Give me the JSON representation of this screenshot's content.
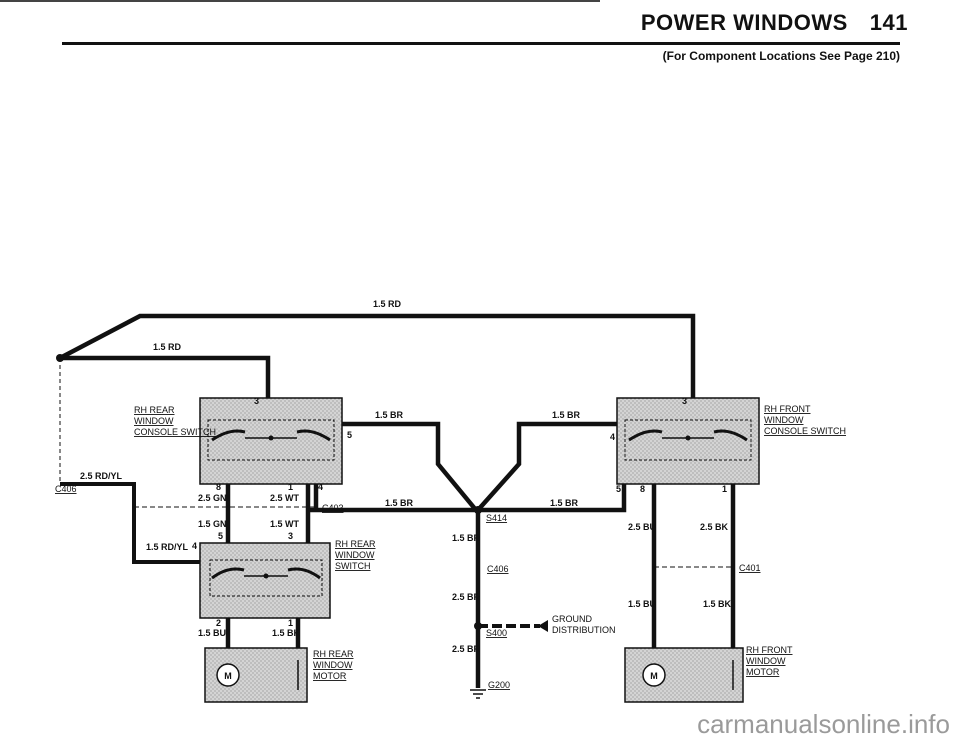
{
  "header": {
    "title": "POWER WINDOWS",
    "page_number": "141",
    "subtitle": "(For Component Locations See Page 210)"
  },
  "components": {
    "rh_rear_console_switch": "RH REAR WINDOW CONSOLE SWITCH",
    "rh_rear_window_switch": "RH REAR WINDOW SWITCH",
    "rh_rear_window_motor": "RH REAR WINDOW MOTOR",
    "rh_front_console_switch": "RH FRONT WINDOW CONSOLE SWITCH",
    "rh_front_window_motor": "RH FRONT WINDOW MOTOR",
    "ground_distribution": "GROUND DISTRIBUTION"
  },
  "components_lines": {
    "rr_console": [
      "RH REAR",
      "WINDOW",
      "CONSOLE SWITCH"
    ],
    "rr_switch": [
      "RH REAR",
      "WINDOW",
      "SWITCH"
    ],
    "rr_motor": [
      "RH REAR",
      "WINDOW",
      "MOTOR"
    ],
    "rf_console": [
      "RH FRONT",
      "WINDOW",
      "CONSOLE SWITCH"
    ],
    "rf_motor": [
      "RH FRONT",
      "WINDOW",
      "MOTOR"
    ],
    "ground": [
      "GROUND",
      "DISTRIBUTION"
    ]
  },
  "connectors": {
    "c406_left": "C406",
    "c403": "C403",
    "c406_mid": "C406",
    "c401": "C401"
  },
  "splices": {
    "s414": "S414",
    "s400": "S400"
  },
  "grounds": {
    "g200": "G200"
  },
  "wires": {
    "top_rd": "1.5 RD",
    "left_rd": "1.5 RD",
    "rd_yl_upper": "2.5 RD/YL",
    "rd_yl_lower": "1.5 RD/YL",
    "br_upper_left": "1.5 BR",
    "br_upper_right": "1.5 BR",
    "br_lower_left": "1.5 BR",
    "br_lower_right": "1.5 BR",
    "br_mid": "1.5 BR",
    "br_25_a": "2.5 BR",
    "br_25_b": "2.5 BR",
    "gn_25": "2.5 GN",
    "wt_25": "2.5 WT",
    "gn_15": "1.5 GN",
    "wt_15": "1.5 WT",
    "bu_15_left": "1.5 BU",
    "bk_15_left": "1.5 BK",
    "bu_25_right": "2.5 BU",
    "bk_25_right": "2.5 BK",
    "bu_15_right": "1.5 BU",
    "bk_15_right": "1.5 BK"
  },
  "pins": {
    "rr_console_top": "3",
    "rr_console_side": "5",
    "rr_console_b8": "8",
    "rr_console_b1": "1",
    "rr_console_b4": "4",
    "rr_switch_5": "5",
    "rr_switch_3": "3",
    "rr_switch_4": "4",
    "rr_switch_2": "2",
    "rr_switch_1": "1",
    "rf_top": "3",
    "rf_side": "4",
    "rf_b5": "5",
    "rf_b8": "8",
    "rf_b1": "1",
    "motor_m_left": "M",
    "motor_m_right": "M"
  },
  "watermark": "carmanualsonline.info"
}
